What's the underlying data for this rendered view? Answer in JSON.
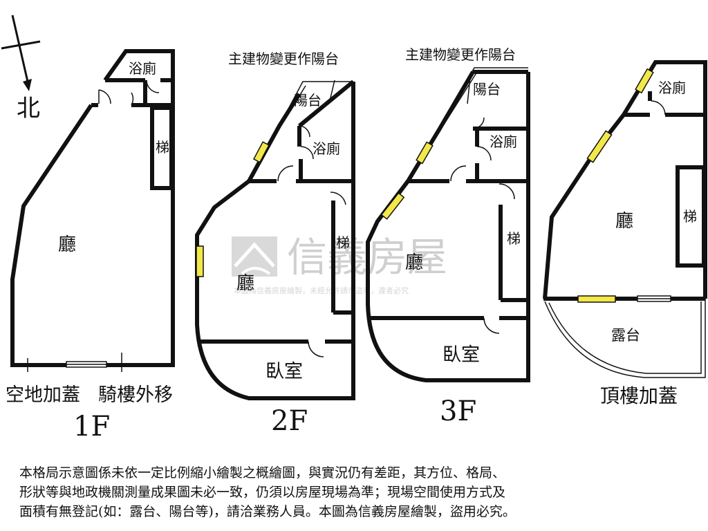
{
  "compass": {
    "north": "北"
  },
  "floors": {
    "f1": {
      "name": "1F",
      "rooms": {
        "bath": "浴廁",
        "stair": "梯",
        "living": "廳"
      },
      "notes": {
        "open_lot": "空地加蓋",
        "arcade": "騎樓外移"
      }
    },
    "f2": {
      "name": "2F",
      "rooms": {
        "balcony": "陽台",
        "bath": "浴廁",
        "living": "廳",
        "stair": "梯",
        "bedroom": "臥室"
      },
      "callout": "主建物變更作陽台"
    },
    "f3": {
      "name": "3F",
      "rooms": {
        "balcony": "陽台",
        "bath": "浴廁",
        "living": "廳",
        "stair": "梯",
        "bedroom": "臥室"
      },
      "callout": "主建物變更作陽台"
    },
    "roof": {
      "name": "頂樓加蓋",
      "rooms": {
        "bath": "浴廁",
        "living": "廳",
        "stair": "梯",
        "terrace": "露台"
      }
    }
  },
  "watermark": {
    "brand": "信義房屋",
    "notice": "本圖為信義房屋繪製，未經允許請勿盜用，違者必究"
  },
  "disclaimer": [
    "本格局示意圖係未依一定比例縮小繪製之概繪圖，與實況仍有差距，其方位、格局、",
    "形狀等與地政機關測量成果圖未必一致，仍須以房屋現場為準；現場空間使用方式及",
    "面積有無登記(如：露台、陽台等)，請洽業務人員。本圖為信義房屋繪製，盜用必究。"
  ],
  "colors": {
    "wall": "#111111",
    "window": "#f2e84a",
    "watermark": "#cfcfcf"
  }
}
